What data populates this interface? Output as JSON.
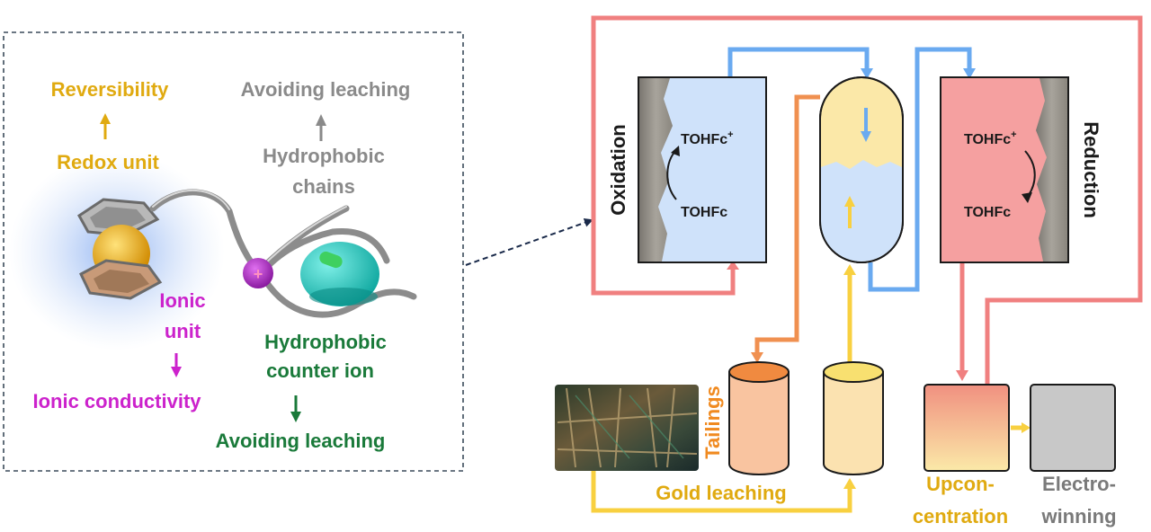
{
  "left_panel": {
    "reversibility": "Reversibility",
    "redox_unit": "Redox unit",
    "avoiding_leaching_top": "Avoiding leaching",
    "hydrophobic_chains_1": "Hydrophobic",
    "hydrophobic_chains_2": "chains",
    "ionic_unit_1": "Ionic",
    "ionic_unit_2": "unit",
    "ionic_conductivity": "Ionic conductivity",
    "counter_ion_1": "Hydrophobic",
    "counter_ion_2": "counter ion",
    "avoiding_leaching_bottom": "Avoiding leaching"
  },
  "right_panel": {
    "oxidation": "Oxidation",
    "reduction": "Reduction",
    "ox_top": "TOHFc",
    "ox_top_sup": "+",
    "ox_bottom": "TOHFc",
    "red_top": "TOHFc",
    "red_top_sup": "+",
    "red_bottom": "TOHFc",
    "tailings": "Tailings",
    "gold_leaching": "Gold leaching",
    "upcon_1": "Upcon-",
    "upcon_2": "centration",
    "electro_1": "Electro-",
    "electro_2": "winning"
  },
  "colors": {
    "red_loop": "#f08080",
    "blue_loop": "#6aaaf0",
    "orange_loop": "#f09050",
    "yellow_loop": "#f8d040",
    "gold_text": "#e0aa10",
    "grey_text": "#8a8a8a",
    "magenta_text": "#cc22cc",
    "green_text": "#1a7a3a",
    "orange_text": "#f08a20",
    "dark_text": "#1a1a1a"
  }
}
